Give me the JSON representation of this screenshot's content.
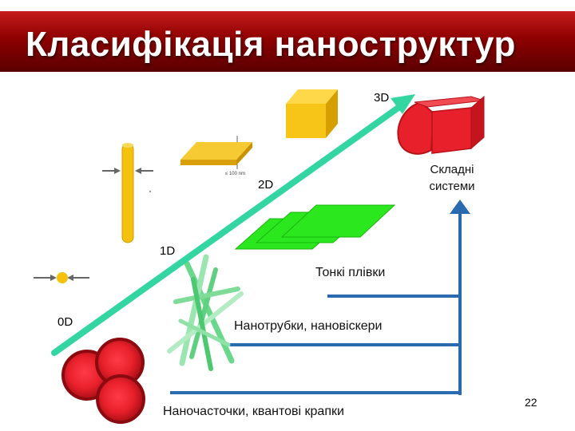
{
  "title": "Класифікація наноструктур",
  "dimension_labels": {
    "d0": "0D",
    "d1": "1D",
    "d2": "2D",
    "d3": "3D"
  },
  "categories": {
    "nanoparticles": "Наночасточки, квантові крапки",
    "nanotubes": "Нанотрубки, нановіскери",
    "thin_films": "Тонкі плівки",
    "complex_line1": "Складні",
    "complex_line2": "системи"
  },
  "thickness_note": "≤ 100 nm",
  "page_number": "22",
  "colors": {
    "title_bar": "#8e0000",
    "arrow": "#33d6a1",
    "axis": "#2a6bb0",
    "spheres": "#e0202a",
    "rod": "#f4c20d",
    "film": "#22e51b",
    "cube": "#f7c518",
    "complex": "#e8202b"
  }
}
